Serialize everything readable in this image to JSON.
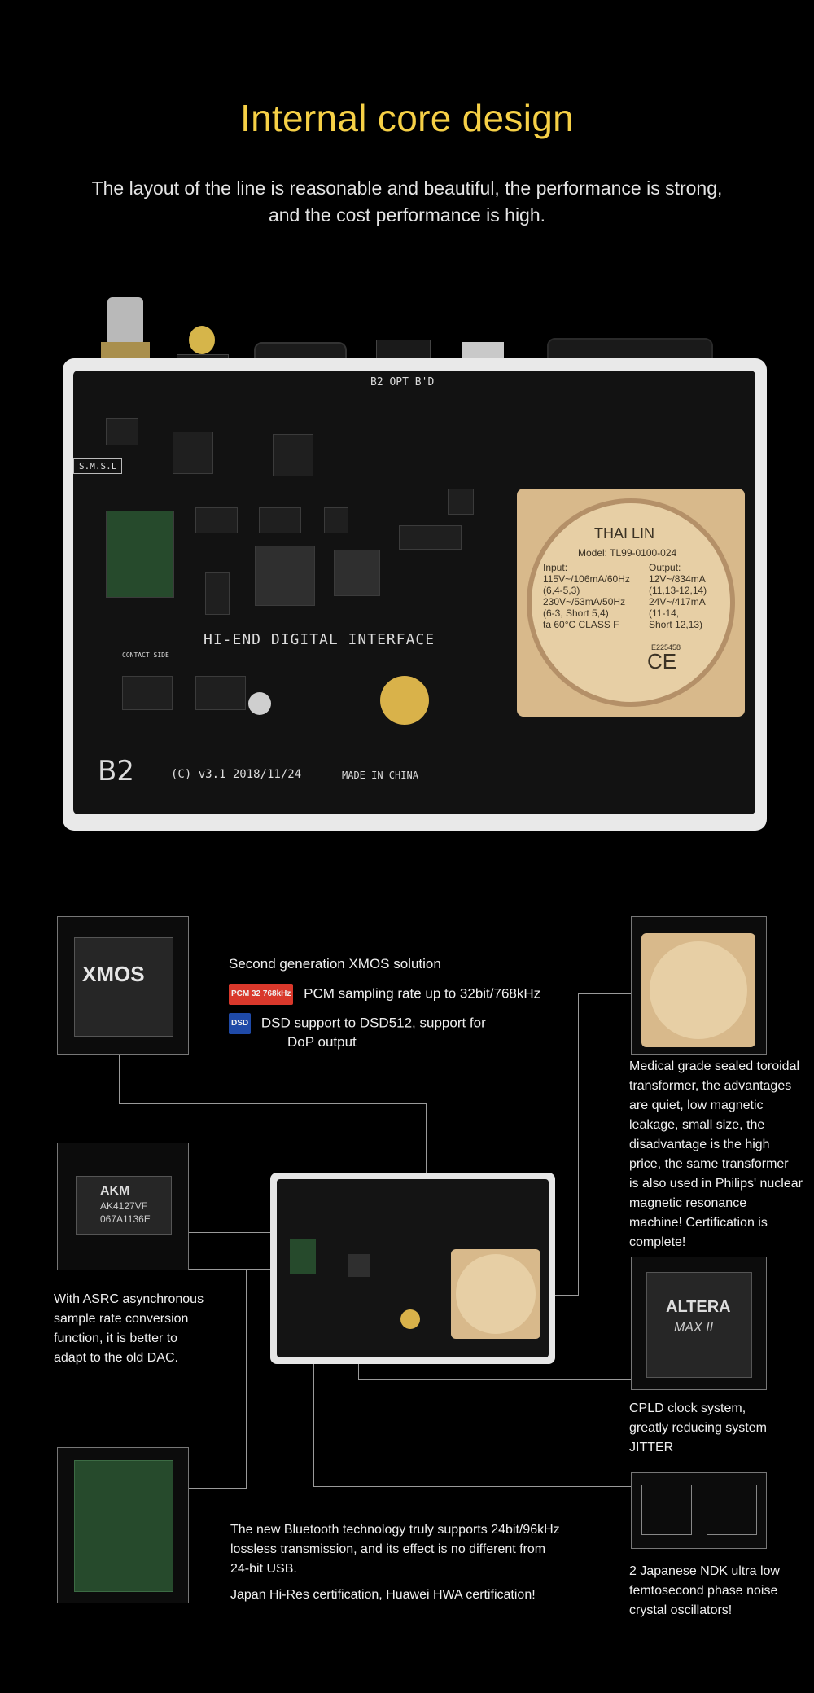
{
  "header": {
    "title": "Internal core design",
    "subtitle_line1": "The layout of the line is reasonable and beautiful, the performance is strong,",
    "subtitle_line2": "and the cost performance is high."
  },
  "board": {
    "logo": "S.M.S.L",
    "model": "B2",
    "version_text": "(C) v3.1  2018/11/24",
    "made_in": "MADE IN CHINA",
    "interface_label": "HI-END DIGITAL INTERFACE",
    "opt_label": "B2 OPT B'D",
    "contact_side": "CONTACT SIDE",
    "transformer": {
      "brand": "THAI LIN",
      "model": "Model: TL99-0100-024",
      "input_label": "Input:",
      "input_values": [
        "115V~/106mA/60Hz",
        "(6,4-5,3)",
        "230V~/53mA/50Hz",
        "(6-3, Short 5,4)",
        "ta 60°C  CLASS F"
      ],
      "output_label": "Output:",
      "output_values": [
        "12V~/834mA",
        "(11,13-12,14)",
        "24V~/417mA",
        "(11-14,",
        "Short 12,13)"
      ],
      "cert": "CE",
      "code": "E225458"
    }
  },
  "callouts": {
    "xmos": {
      "chip_text": "XMOS",
      "heading": "Second generation XMOS solution",
      "pcm_badge": "PCM 32 768kHz",
      "pcm_text": "PCM sampling rate up to 32bit/768kHz",
      "dsd_badge": "DSD",
      "dsd_text_line1": "DSD support to DSD512, support for",
      "dsd_text_line2": "DoP output"
    },
    "akm": {
      "chip_line1": "AKM",
      "chip_line2": "AK4127VF",
      "chip_line3": "067A1136E",
      "text": [
        "With ASRC asynchronous",
        "sample rate conversion",
        "function, it is better to",
        "adapt to the old DAC."
      ]
    },
    "transformer": {
      "text": [
        "Medical grade sealed toroidal",
        "transformer, the advantages",
        "are quiet, low magnetic",
        "leakage, small size, the",
        "disadvantage is the high",
        "price, the same transformer",
        "is also used in Philips' nuclear",
        "magnetic resonance",
        "machine! Certification is",
        "complete!"
      ]
    },
    "cpld": {
      "chip_line1": "ALTERA",
      "chip_line2": "MAX II",
      "text": [
        "CPLD clock system,",
        "greatly reducing system",
        "JITTER"
      ]
    },
    "bluetooth": {
      "text": [
        "The new Bluetooth technology truly supports 24bit/96kHz",
        "lossless transmission, and its effect is no different from",
        "24-bit USB."
      ],
      "cert_text": "Japan Hi-Res certification, Huawei HWA certification!"
    },
    "crystal": {
      "text": [
        "2 Japanese NDK ultra low",
        "femtosecond phase noise",
        "crystal oscillators!"
      ]
    }
  },
  "colors": {
    "title": "#f6d046",
    "pcb": "#121212",
    "transformer": "#d8b98b",
    "pcm_badge": "#d9382b",
    "dsd_badge": "#1f4aa8"
  }
}
